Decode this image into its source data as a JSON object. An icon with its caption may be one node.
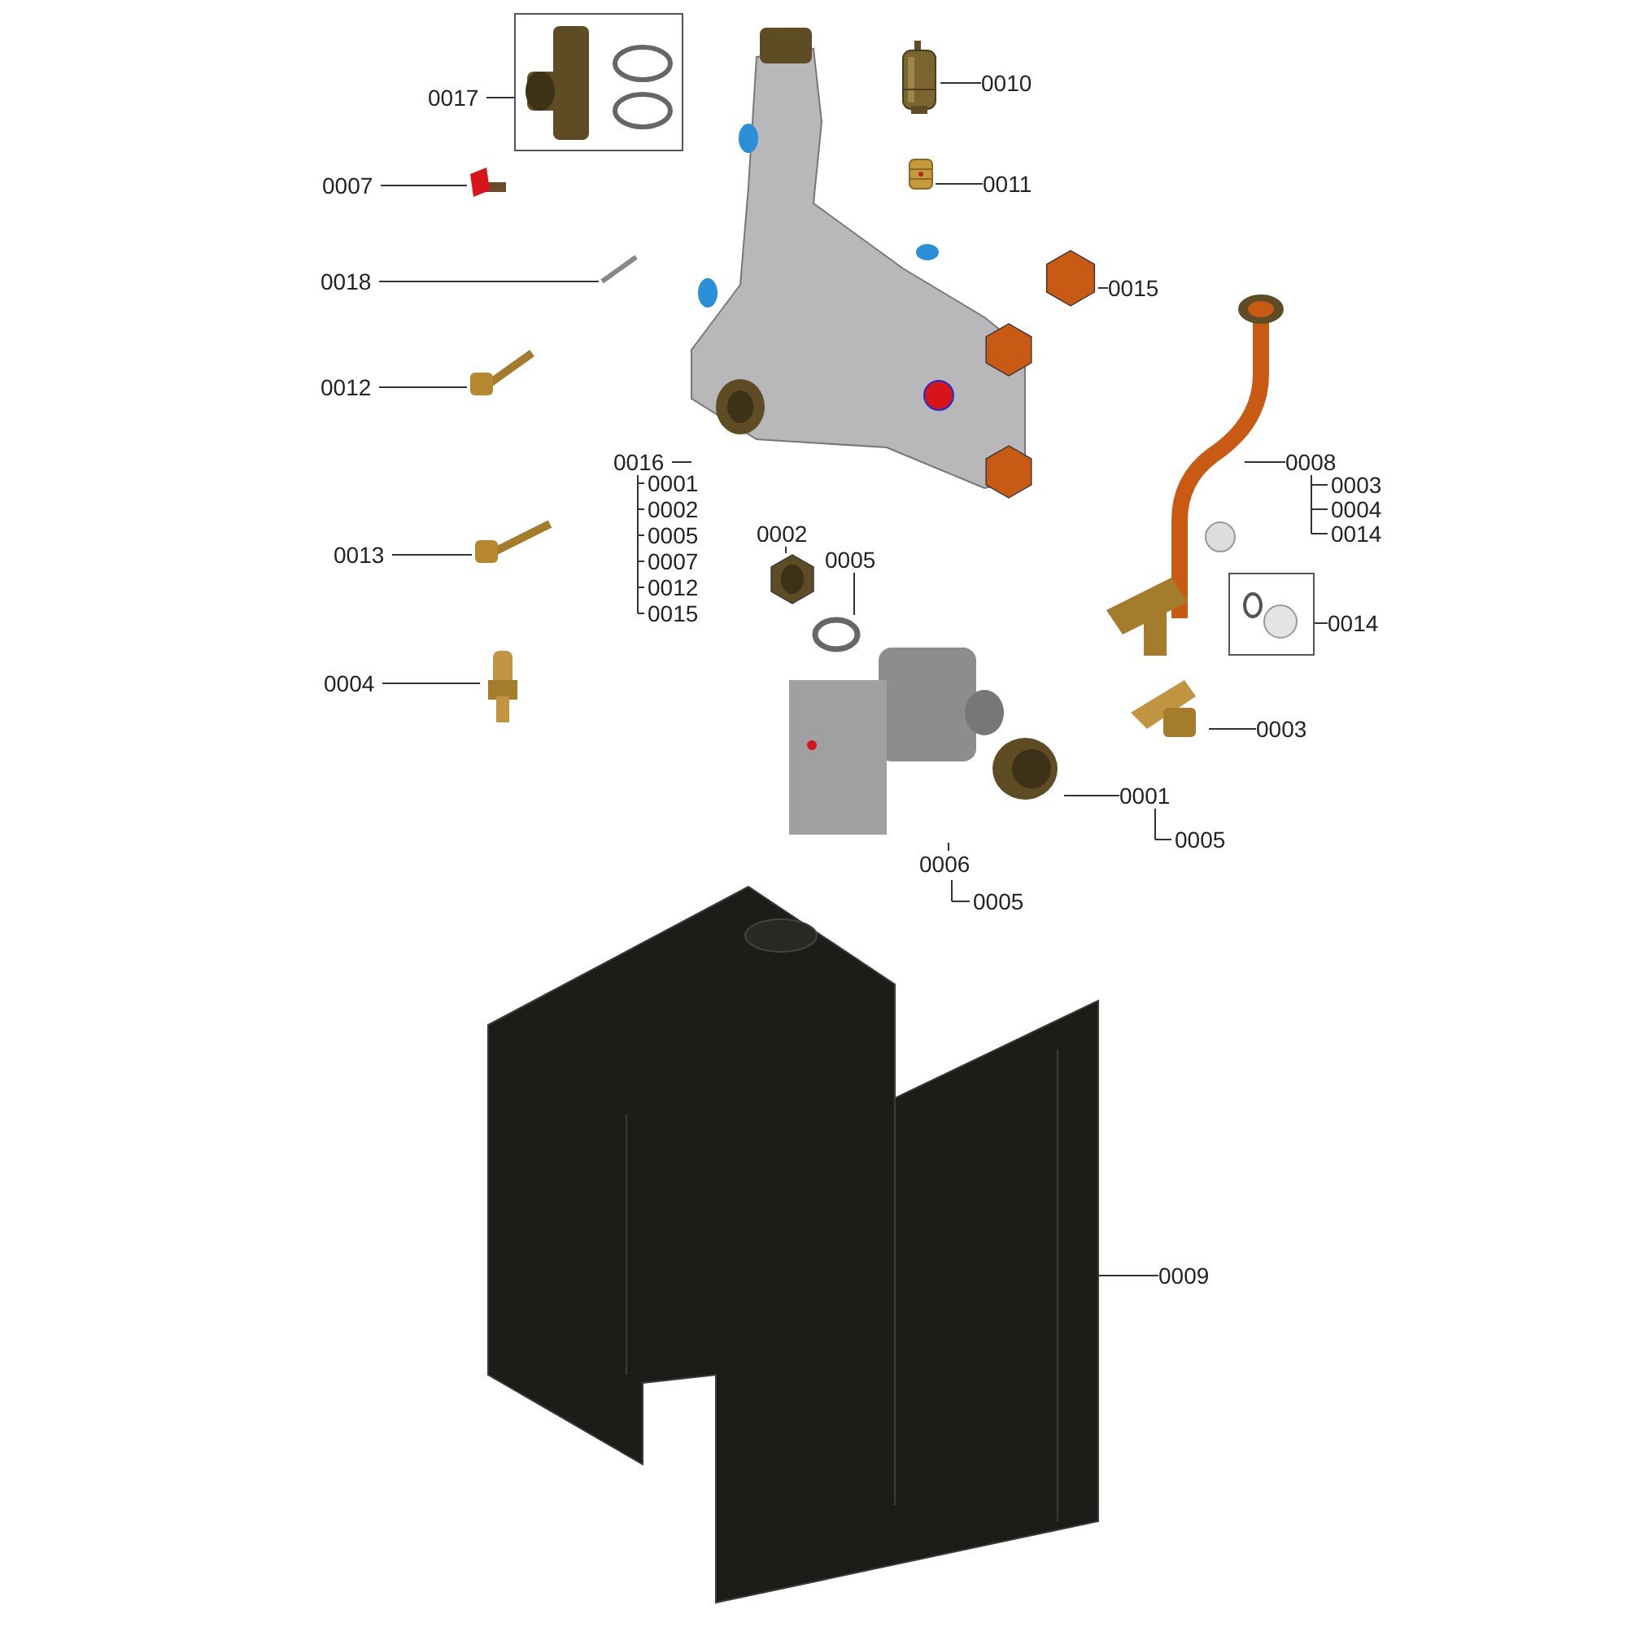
{
  "diagram": {
    "nodes": [
      {
        "text": [
          "0017"
        ]
      },
      {
        "text": [],
        "shape": "picture"
      },
      {
        "text": [
          "0010"
        ]
      },
      {
        "text": [],
        "shape": "picture"
      },
      {
        "text": [
          "0007"
        ]
      },
      {
        "text": [],
        "shape": "picture"
      },
      {
        "text": [
          "0011"
        ]
      },
      {
        "text": [],
        "shape": "picture"
      },
      {
        "text": [
          "0018"
        ]
      },
      {
        "text": [],
        "shape": "picture"
      },
      {
        "text": [
          "0015"
        ]
      },
      {
        "text": [],
        "shape": "picture"
      },
      {
        "text": [
          "0012"
        ]
      },
      {
        "text": [],
        "shape": "picture"
      },
      {
        "text": [
          "0016"
        ]
      },
      {
        "text": [],
        "shape": "picture"
      },
      {
        "text": [
          "0008"
        ]
      },
      {
        "text": [],
        "shape": "picture"
      },
      {
        "text": [
          "0013"
        ]
      },
      {
        "text": [],
        "shape": "picture"
      },
      {
        "text": [
          "0002"
        ]
      },
      {
        "text": [],
        "shape": "picture"
      },
      {
        "text": [
          "0005"
        ]
      },
      {
        "text": [],
        "shape": "circle"
      },
      {
        "text": [
          "0014"
        ]
      },
      {
        "text": [],
        "shape": "picture"
      },
      {
        "text": [
          "0004"
        ]
      },
      {
        "text": [],
        "shape": "picture"
      },
      {
        "text": [
          "0003"
        ]
      },
      {
        "text": [],
        "shape": "picture"
      },
      {
        "text": [
          "0001"
        ]
      },
      {
        "text": [],
        "shape": "picture"
      },
      {
        "text": [
          "0006"
        ]
      },
      {
        "text": [],
        "shape": "picture"
      },
      {
        "text": [
          "0009"
        ]
      },
      {
        "text": [],
        "shape": "picture"
      }
    ],
    "edges": [
      {
        "from": 0,
        "to": 1,
        "arrow": "none"
      },
      {
        "from": 2,
        "to": 3,
        "arrow": "none"
      },
      {
        "from": 4,
        "to": 5,
        "arrow": "none"
      },
      {
        "from": 6,
        "to": 7,
        "arrow": "none"
      },
      {
        "from": 8,
        "to": 9,
        "arrow": "none"
      },
      {
        "from": 10,
        "to": 11,
        "arrow": "none"
      },
      {
        "from": 12,
        "to": 13,
        "arrow": "none"
      },
      {
        "from": 14,
        "to": 15,
        "arrow": "none"
      },
      {
        "from": 16,
        "to": 17,
        "arrow": "none"
      },
      {
        "from": 18,
        "to": 19,
        "arrow": "none"
      },
      {
        "from": 20,
        "to": 21,
        "arrow": "none"
      },
      {
        "from": 22,
        "to": 23,
        "arrow": "none"
      },
      {
        "from": 24,
        "to": 25,
        "arrow": "none"
      },
      {
        "from": 26,
        "to": 27,
        "arrow": "none"
      },
      {
        "from": 28,
        "to": 29,
        "arrow": "none"
      },
      {
        "from": 30,
        "to": 31,
        "arrow": "none"
      },
      {
        "from": 32,
        "to": 33,
        "arrow": "none"
      },
      {
        "from": 34,
        "to": 35,
        "arrow": "none"
      }
    ],
    "labels": [
      "0001",
      "0002",
      "0005",
      "0007",
      "0012",
      "0015",
      "0003",
      "0004",
      "0014",
      "0005",
      "0005"
    ]
  }
}
